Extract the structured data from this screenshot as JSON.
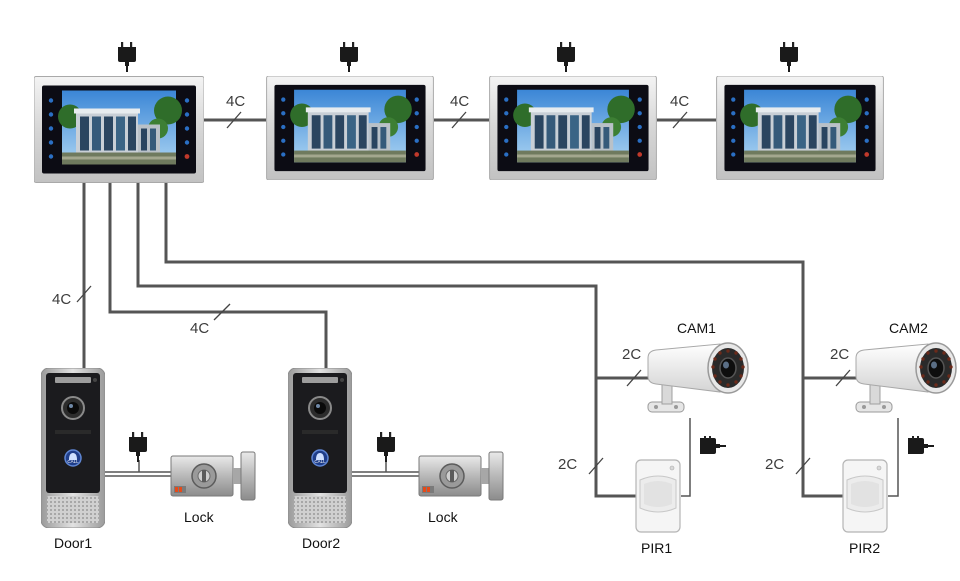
{
  "wire_labels": {
    "m1_m2": "4C",
    "m2_m3": "4C",
    "m3_m4": "4C",
    "door1_link": "4C",
    "door2_link": "4C",
    "cam1_link": "2C",
    "pir1_link": "2C",
    "cam2_link": "2C",
    "pir2_link": "2C"
  },
  "device_labels": {
    "cam1": "CAM1",
    "cam2": "CAM2",
    "pir1": "PIR1",
    "pir2": "PIR2",
    "lock1": "Lock",
    "lock2": "Lock",
    "door1": "Door1",
    "door2": "Door2"
  },
  "doorbell_button_text": "CALL",
  "colors": {
    "wire": "#555555",
    "monitor_frame": "#d8d8d8",
    "screen_bezel": "#0c0c14",
    "sky": "#4f9be0",
    "touch_key": "#2a6fc4",
    "call_key": "#c0392b",
    "doorbell_panel": "#1b1b1e",
    "doorbell_frame": "#bdbdbd",
    "camera_body": "#f2f2f2",
    "pir_body": "#f5f5f5",
    "adapter": "#1a1a1a"
  },
  "icons": [
    "power-adapter-icon",
    "building-photo",
    "touch-key-icon",
    "call-key-icon",
    "camera-lens-icon",
    "bell-icon"
  ]
}
